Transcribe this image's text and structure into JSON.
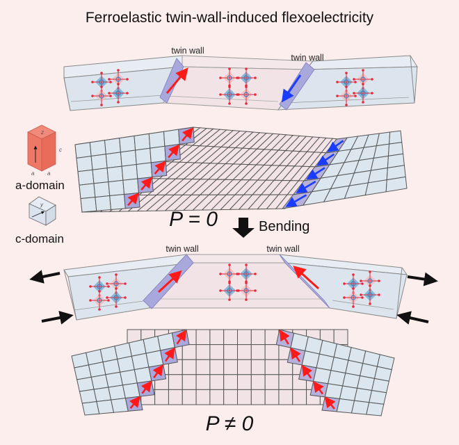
{
  "title": "Ferroelastic twin-wall-induced flexoelectricity",
  "top_panel": {
    "twin_wall_labels": [
      "twin wall",
      "twin wall"
    ],
    "polarization_arrows": [
      "up-right",
      "down-left"
    ]
  },
  "legend": {
    "a_domain": {
      "label": "a-domain",
      "axis_letters": [
        "z",
        "c",
        "a",
        "a"
      ]
    },
    "c_domain": {
      "label": "c-domain",
      "axis_letters": [
        "y"
      ]
    }
  },
  "flat_state_label": "P = 0",
  "bending_label": "Bending",
  "bottom_panel": {
    "twin_wall_labels": [
      "twin wall",
      "twin wall"
    ],
    "polarization_arrows": [
      "up-right",
      "up-left"
    ]
  },
  "bent_state_label": "P ≠ 0",
  "colors": {
    "background": "#fdeeee",
    "c_domain_fill": "#dbe6ee",
    "a_domain_fill": "#f2e4e6",
    "a_domain_cube": "#f07a6c",
    "twin_wall_fill": "#a9a8dc",
    "arrow_red": "#ff1a1a",
    "arrow_blue": "#1a3cff",
    "grid_line": "#555555",
    "octahedron_blue": "#6aa9d1",
    "octahedron_pink": "#f3b9b9",
    "atom_red": "#e8283a"
  }
}
